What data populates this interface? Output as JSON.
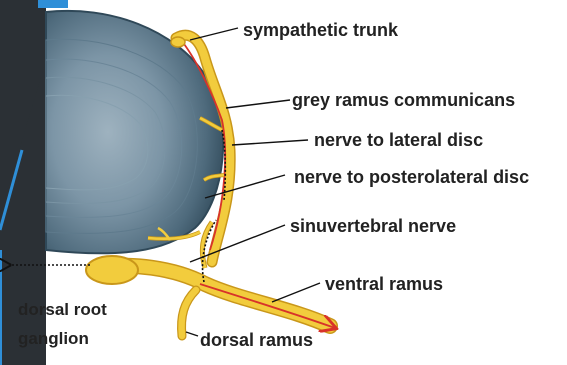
{
  "labels": {
    "sympathetic_trunk": "sympathetic trunk",
    "grey_ramus": "grey ramus communicans",
    "nerve_lateral_disc": "nerve to lateral disc",
    "nerve_posterolateral_disc": "nerve to posterolateral disc",
    "sinuvertebral": "sinuvertebral nerve",
    "ventral_ramus": "ventral ramus",
    "dorsal_root_ganglion_line1": "dorsal root",
    "dorsal_root_ganglion_line2": "ganglion",
    "dorsal_ramus": "dorsal ramus"
  },
  "colors": {
    "disc_outer": "#3c5a6c",
    "disc_inner": "#8fa4b3",
    "nerve_fill": "#f2cc3d",
    "nerve_edge": "#c9971a",
    "nerve_core_red": "#d8332a",
    "frame_dark": "#2b3035",
    "frame_accent": "#2f8fd8",
    "label_text": "#222222",
    "leader_line": "#111111"
  }
}
